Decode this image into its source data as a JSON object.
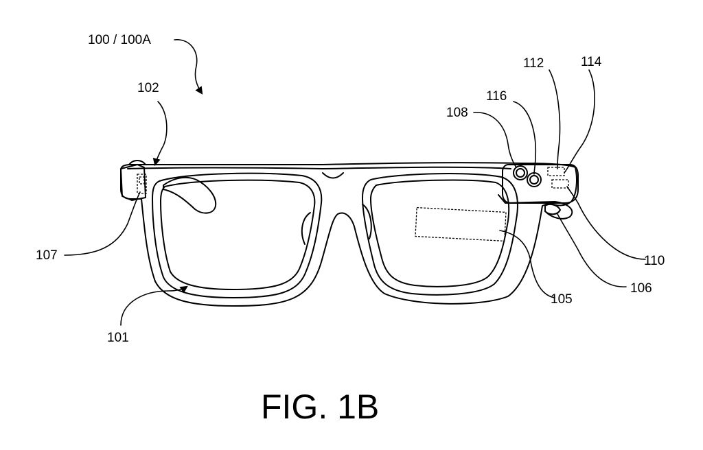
{
  "figure": {
    "caption": "FIG. 1B",
    "labels": {
      "device": "100 / 100A",
      "frame_top": "102",
      "lens_rim": "101",
      "left_hinge_sensor": "107",
      "camera": "108",
      "sensor_116": "116",
      "sensor_112": "112",
      "sensor_114": "114",
      "projector_110": "110",
      "hinge_106": "106",
      "display_105": "105"
    },
    "colors": {
      "ink": "#000000",
      "background": "#ffffff"
    }
  }
}
